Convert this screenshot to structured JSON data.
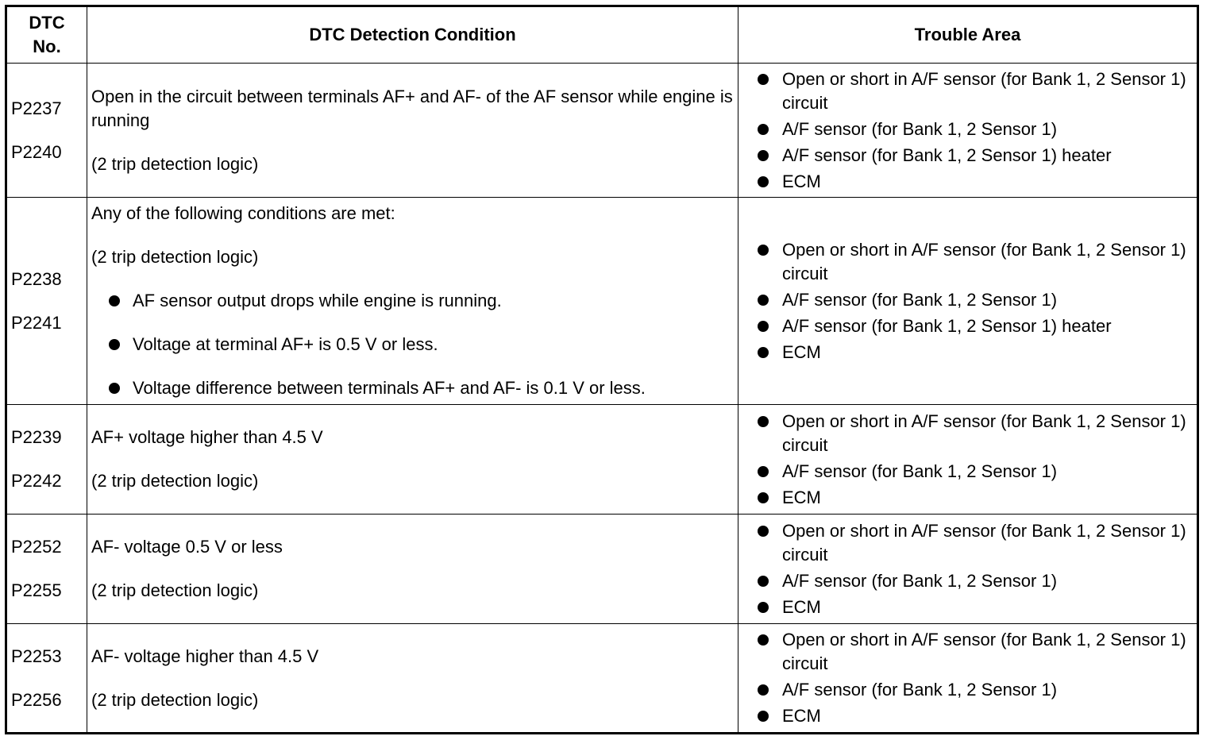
{
  "table": {
    "headers": {
      "no_line1": "DTC",
      "no_line2": "No.",
      "condition": "DTC Detection Condition",
      "area": "Trouble Area"
    },
    "rows": [
      {
        "codes": [
          "P2237",
          "P2240"
        ],
        "condition_lines": [
          "Open in the circuit between terminals AF+ and AF- of the AF sensor while engine is running",
          "(2 trip detection logic)"
        ],
        "condition_bullets": [],
        "area": [
          "Open or short in A/F sensor (for Bank 1, 2 Sensor 1) circuit",
          "A/F sensor (for Bank 1, 2 Sensor 1)",
          "A/F sensor (for Bank 1, 2 Sensor 1) heater",
          "ECM"
        ]
      },
      {
        "codes": [
          "P2238",
          "P2241"
        ],
        "condition_lines": [
          "Any of the following conditions are met:",
          "(2 trip detection logic)"
        ],
        "condition_bullets": [
          "AF sensor output drops while engine is running.",
          "Voltage at terminal AF+ is 0.5 V or less.",
          "Voltage difference between terminals AF+ and AF- is 0.1 V or less."
        ],
        "area": [
          "Open or short in A/F sensor (for Bank 1, 2 Sensor 1) circuit",
          "A/F sensor (for Bank 1, 2 Sensor 1)",
          "A/F sensor (for Bank 1, 2 Sensor 1) heater",
          "ECM"
        ]
      },
      {
        "codes": [
          "P2239",
          "P2242"
        ],
        "condition_lines": [
          "AF+ voltage higher than 4.5 V",
          "(2 trip detection logic)"
        ],
        "condition_bullets": [],
        "area": [
          "Open or short in A/F sensor (for Bank 1, 2 Sensor 1) circuit",
          "A/F sensor (for Bank 1, 2 Sensor 1)",
          "ECM"
        ]
      },
      {
        "codes": [
          "P2252",
          "P2255"
        ],
        "condition_lines": [
          "AF- voltage 0.5 V or less",
          "(2 trip detection logic)"
        ],
        "condition_bullets": [],
        "area": [
          "Open or short in A/F sensor (for Bank 1, 2 Sensor 1) circuit",
          "A/F sensor (for Bank 1, 2 Sensor 1)",
          "ECM"
        ]
      },
      {
        "codes": [
          "P2253",
          "P2256"
        ],
        "condition_lines": [
          "AF- voltage higher than 4.5 V",
          "(2 trip detection logic)"
        ],
        "condition_bullets": [],
        "area": [
          "Open or short in A/F sensor (for Bank 1, 2 Sensor 1) circuit",
          "A/F sensor (for Bank 1, 2 Sensor 1)",
          "ECM"
        ]
      }
    ]
  }
}
